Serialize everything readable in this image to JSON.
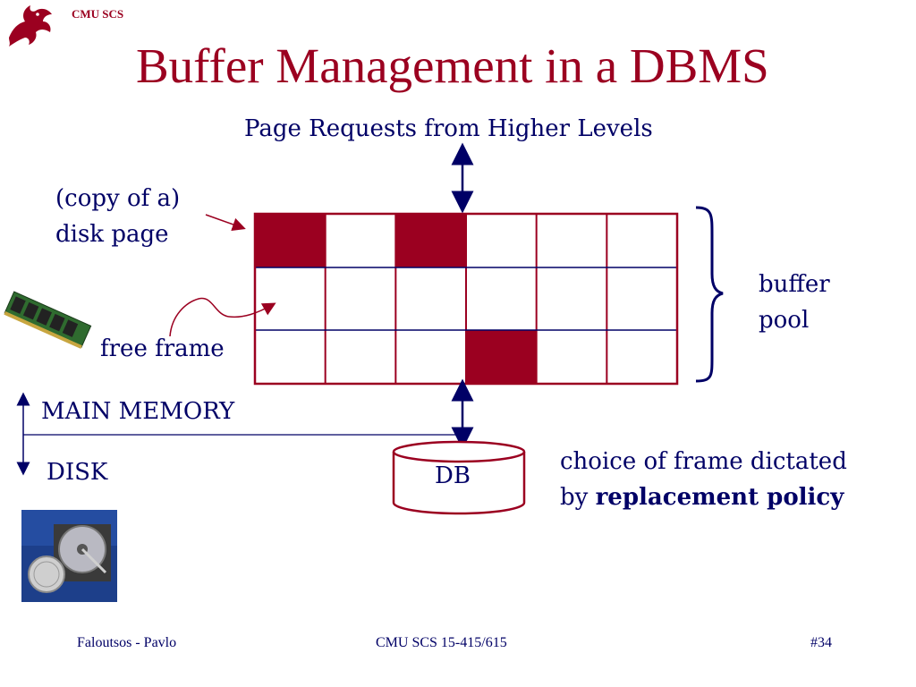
{
  "header": {
    "org_label": "CMU SCS"
  },
  "slide": {
    "title": "Buffer Management in a DBMS"
  },
  "diagram": {
    "top_label": "Page Requests from Higher Levels",
    "disk_page_label_line1": "(copy of a)",
    "disk_page_label_line2": "disk page",
    "free_frame_label": "free frame",
    "buffer_pool_line1": "buffer",
    "buffer_pool_line2": "pool",
    "main_memory_label": "MAIN MEMORY",
    "disk_label": "DISK",
    "db_label": "DB",
    "policy_line1": "choice of frame dictated",
    "policy_line2_prefix": "by ",
    "policy_line2_bold": "replacement policy",
    "grid": {
      "rows": 3,
      "cols": 6,
      "filled_cells": [
        [
          0,
          0
        ],
        [
          0,
          2
        ],
        [
          2,
          3
        ]
      ]
    }
  },
  "colors": {
    "accent": "#9b0020",
    "text": "#000066"
  },
  "footer": {
    "left": "Faloutsos - Pavlo",
    "center": "CMU SCS 15-415/615",
    "right": "#34"
  }
}
